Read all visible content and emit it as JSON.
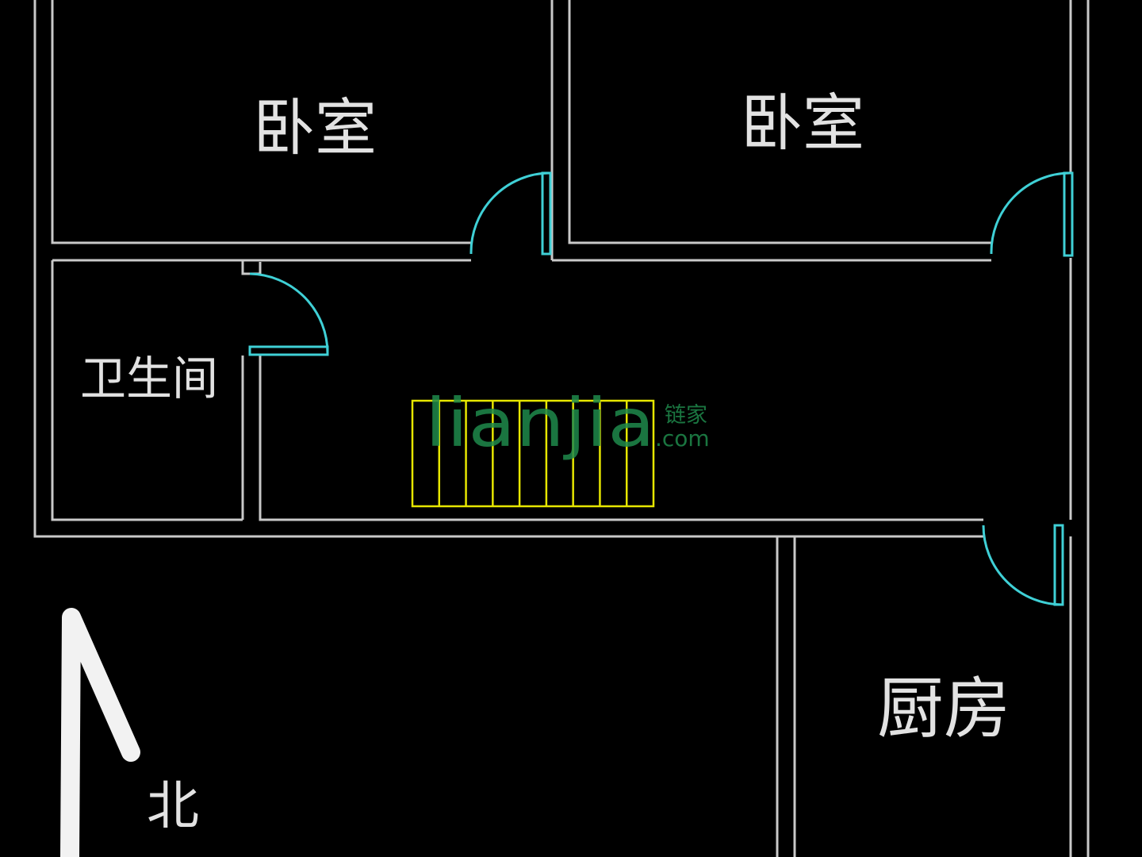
{
  "plan": {
    "rooms": {
      "bedroom_left": "卧室",
      "bedroom_right": "卧室",
      "bathroom": "卫生间",
      "kitchen": "厨房"
    },
    "compass": {
      "north_label": "北"
    },
    "stairs": {
      "treads": 9
    }
  },
  "watermark": {
    "brand_latin": "lianjia",
    "brand_cn": "链家",
    "domain_suffix": ".com"
  },
  "colors": {
    "background": "#000000",
    "walls": "#c9c9c9",
    "doors": "#3fd0d6",
    "stairs": "#e6e600",
    "watermark": "#1f8a4c"
  }
}
